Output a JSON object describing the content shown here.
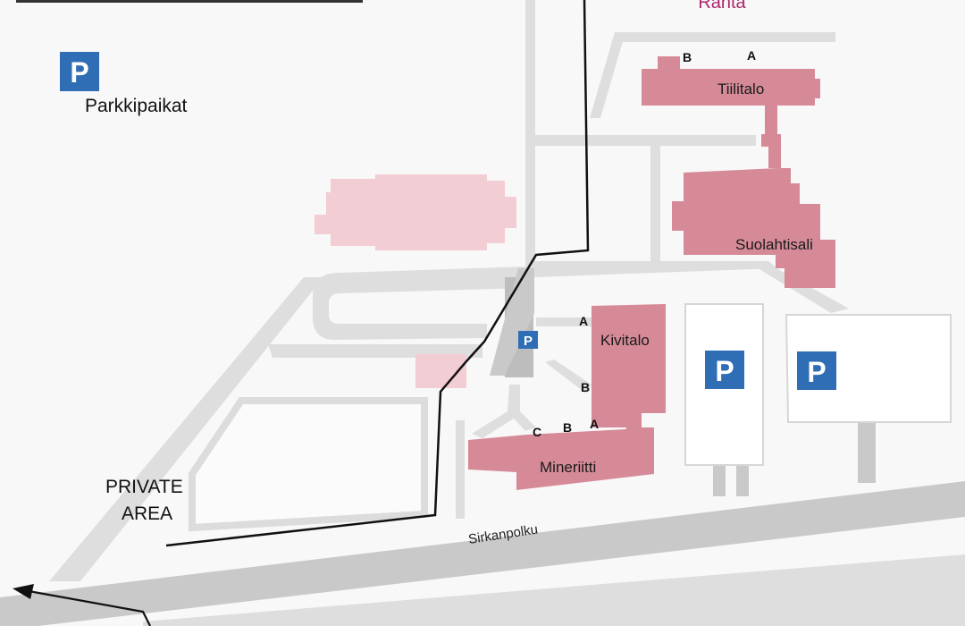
{
  "header_label": "Ranta",
  "legend": {
    "parking_symbol": "P",
    "parking_label": "Parkkipaikat"
  },
  "buildings": {
    "tiilitalo": {
      "label": "Tiilitalo",
      "entrances": [
        "B",
        "A"
      ]
    },
    "suolahtisali": {
      "label": "Suolahtisali"
    },
    "kivitalo": {
      "label": "Kivitalo",
      "entrances": [
        "A",
        "B"
      ]
    },
    "mineriitti": {
      "label": "Mineriitti",
      "entrances": [
        "C",
        "B",
        "A"
      ]
    }
  },
  "parking_spots": [
    "P",
    "P",
    "P"
  ],
  "private_area": {
    "line1": "PRIVATE",
    "line2": "AREA"
  },
  "street": {
    "name": "Sirkanpolku"
  },
  "colors": {
    "building": "#d68a98",
    "building_light": "#f3cdd4",
    "path": "#dedede",
    "path_dark": "#bdbdbd",
    "parking_blue": "#2f6db5",
    "header_text": "#b0246c",
    "boundary": "#111111"
  }
}
